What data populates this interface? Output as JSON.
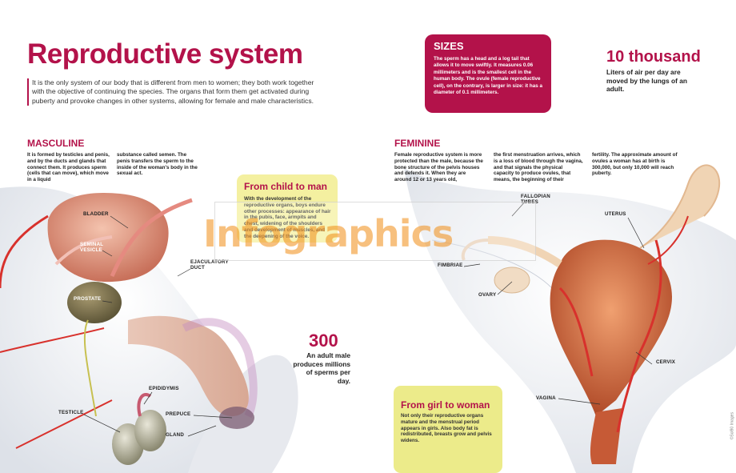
{
  "title": "Reproductive system",
  "intro": "It is the only system of our body that is different from men to women; they both work together with the objective of continuing the species. The organs that form them get activated during puberty and provoke changes in other systems, allowing for female and male characteristics.",
  "sizes": {
    "heading": "SIZES",
    "text": "The sperm has a head and a log tail that allows it to move swiftly. It measures 0.06 millimeters and is the smallest cell in the human body. The ovule (female reproductive cell), on the contrary, is larger in size: it has a diameter of 0.1 millimeters."
  },
  "stat_air": {
    "value": "10 thousand",
    "desc": "Liters of air per day are moved by the lungs of an adult."
  },
  "stat_sperm": {
    "value": "300",
    "desc": "An adult male produces millions of sperms per day."
  },
  "masculine": {
    "heading": "MASCULINE",
    "col1": "It is formed by testicles and penis, and by the ducts and glands that connect them. It produces sperm (cells that can move), which move in a liquid",
    "col2": "substance called semen. The penis transfers the sperm to the inside of the woman's body in the sexual act."
  },
  "feminine": {
    "heading": "FEMININE",
    "col1": "Female reproductive system is more protected than the male, because the bone structure of the pelvis houses and defends it. When they are around 12 or 13 years old,",
    "col2": "the first menstruation arrives, which is a loss of blood through the vagina, and that signals the physical capacity to produce ovules, that means, the beginning of their",
    "col3": "fertility. The approximate amount of ovules a woman has at birth is 300,000, but only 10,000 will reach puberty."
  },
  "child_to_man": {
    "heading": "From child to man",
    "text": "With the development of the reproductive organs, boys endure other processes: appearance of hair in the pubis, face, armpits and chest, widening of the shoulders and development of muscles, and the deepening of the voice."
  },
  "girl_to_woman": {
    "heading": "From girl to woman",
    "text": "Not only their reproductive organs mature and the menstrual period appears in girls. Also body fat is redistributed, breasts grow and pelvis widens."
  },
  "labels_male": {
    "bladder": "BLADDER",
    "seminal_vesicle": "SEMINAL VESICLE",
    "prostate": "PROSTATE",
    "ejaculatory_duct": "EJACULATORY DUCT",
    "epididymis": "EPIDIDYMIS",
    "testicle": "TESTICLE",
    "prepuce": "PREPUCE",
    "gland": "GLAND"
  },
  "labels_female": {
    "fallopian_tubes": "FALLOPIAN TUBES",
    "uterus": "UTERUS",
    "fimbriae": "FIMBRIAE",
    "ovary": "OVARY",
    "cervix": "CERVIX",
    "vagina": "VAGINA"
  },
  "watermark": "Infographics",
  "credit": "©Sol90 Images",
  "colors": {
    "accent": "#b3124a",
    "callout_bg": "#f4f0a0",
    "tissue": "#e8a38a",
    "artery": "#d8312c",
    "skin": "#eef0f4"
  }
}
